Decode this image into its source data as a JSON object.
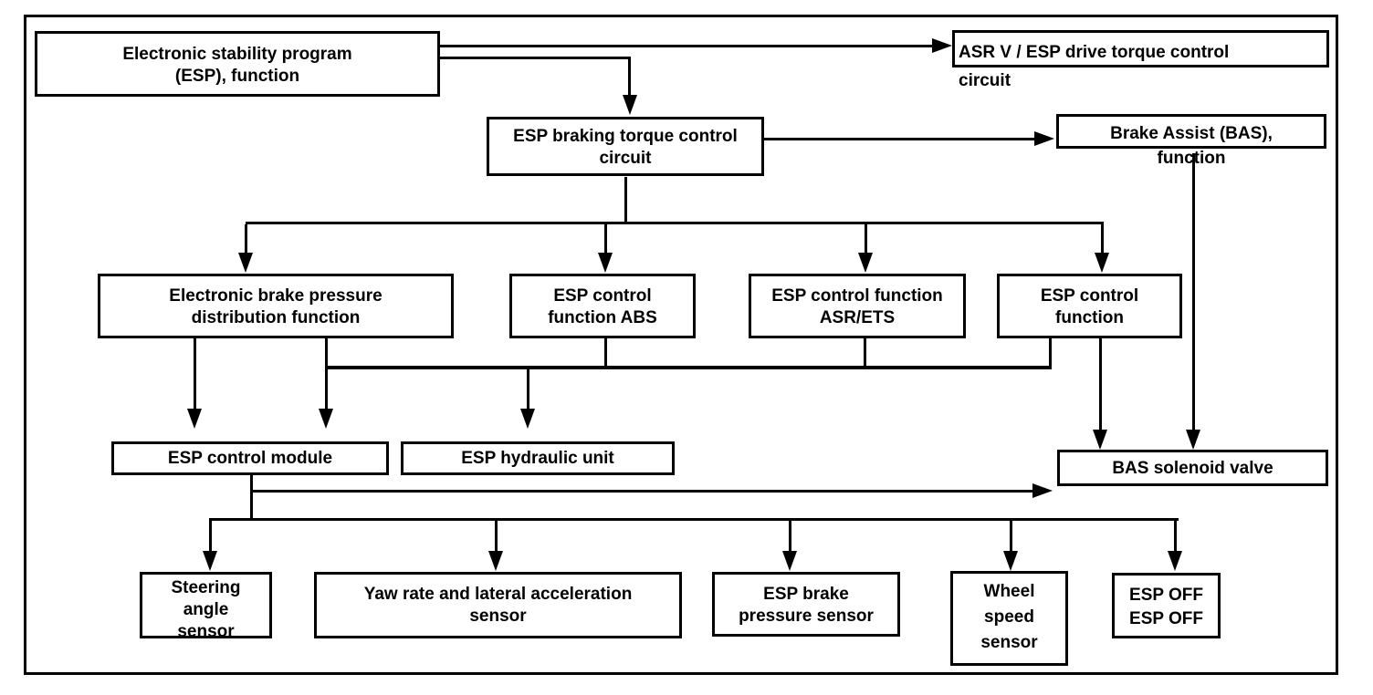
{
  "nodes": {
    "esp_function": {
      "line1": "Electronic stability program",
      "line2": "(ESP), function"
    },
    "asr_drive": {
      "line1": "ASR V / ESP drive torque control",
      "line2": "circuit"
    },
    "esp_braking": {
      "line1": "ESP braking torque control",
      "line2": "circuit"
    },
    "brake_assist": {
      "line1": "Brake Assist (BAS),",
      "line2": "function"
    },
    "brake_pressure_dist": {
      "line1": "Electronic brake pressure",
      "line2": "distribution function"
    },
    "ctrl_abs": {
      "line1": "ESP control",
      "line2": "function ABS"
    },
    "ctrl_asr_ets": {
      "line1": "ESP control function",
      "line2": "ASR/ETS"
    },
    "ctrl_fn": {
      "line1": "ESP control",
      "line2": "function"
    },
    "ctrl_module": {
      "line1": "ESP control module"
    },
    "hydraulic_unit": {
      "line1": "ESP hydraulic unit"
    },
    "bas_valve": {
      "line1": "BAS solenoid valve"
    },
    "steering_sensor": {
      "line1": "Steering",
      "line2": "angle",
      "line3": "sensor"
    },
    "yaw_sensor": {
      "line1": "Yaw rate and lateral acceleration",
      "line2": "sensor"
    },
    "brake_pressure_sensor": {
      "line1": "ESP brake",
      "line2": "pressure sensor"
    },
    "wheel_speed_sensor": {
      "line1": "Wheel",
      "line2": "speed",
      "line3": "sensor"
    },
    "esp_off": {
      "line1": "ESP OFF",
      "line2": "ESP OFF"
    }
  },
  "colors": {
    "ink": "#000000",
    "background": "#ffffff"
  }
}
